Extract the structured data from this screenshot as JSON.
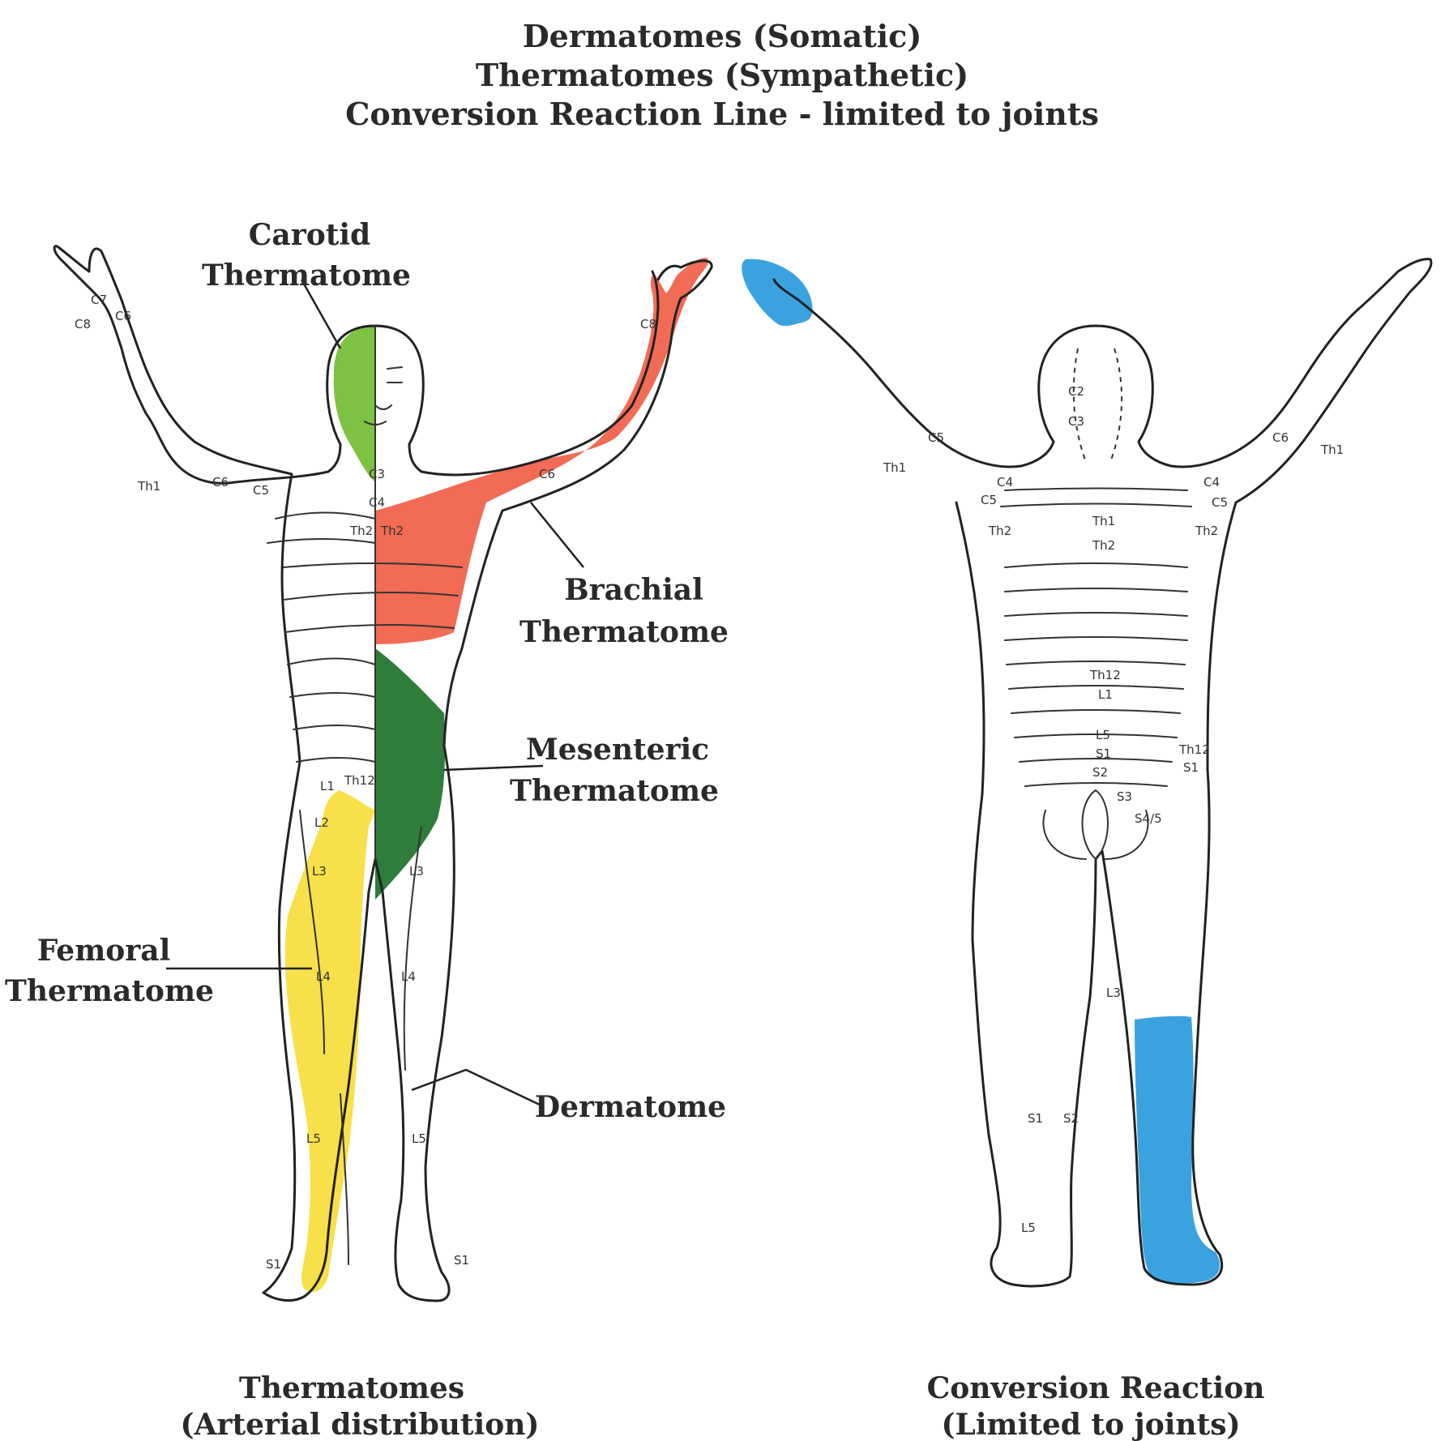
{
  "header": {
    "line1": "Dermatomes (Somatic)",
    "line2": "Thermatomes (Sympathetic)",
    "line3": "Conversion Reaction Line - limited to joints"
  },
  "labels": {
    "carotid": [
      "Carotid",
      "Thermatome"
    ],
    "brachial": [
      "Brachial",
      "Thermatome"
    ],
    "mesenteric": [
      "Mesenteric",
      "Thermatome"
    ],
    "femoral": [
      "Femoral",
      "Thermatome"
    ],
    "dermatome": "Dermatome"
  },
  "captions": {
    "left": [
      "Thermatomes",
      "(Arterial distribution)"
    ],
    "right": [
      "Conversion Reaction",
      "(Limited to joints)"
    ]
  },
  "front_segments": {
    "c7": "C7",
    "c8_hand": "C8",
    "c6_hand": "C6",
    "th1": "Th1",
    "c6_arm": "C6",
    "c5_arm": "C5",
    "c3": "C3",
    "c4": "C4",
    "th2_l": "Th2",
    "th2_r": "Th2",
    "c6_r": "C6",
    "c8_r": "C8",
    "l1": "L1",
    "th12": "Th12",
    "l2": "L2",
    "l3_l": "L3",
    "l3_r": "L3",
    "l4_l": "L4",
    "l4_r": "L4",
    "l5_l": "L5",
    "l5_r": "L5",
    "s1_l": "S1",
    "s1_r": "S1"
  },
  "back_segments": {
    "c2": "C2",
    "c3": "C3",
    "c5_l": "C5",
    "th1_l": "Th1",
    "c4_l": "C4",
    "c5_l2": "C5",
    "th2_l": "Th2",
    "c4_r": "C4",
    "c5_r": "C5",
    "th2_r": "Th2",
    "c6_r": "C6",
    "th1_r": "Th1",
    "th1_c": "Th1",
    "th2_c": "Th2",
    "th12_c": "Th12",
    "l1_c": "L1",
    "l5_c": "L5",
    "s1_c": "S1",
    "s2_c": "S2",
    "s3": "S3",
    "s45": "S4/5",
    "th12_r": "Th12",
    "s1_r": "S1",
    "l3_c": "L3",
    "s1_leg": "S1",
    "s2_leg": "S2",
    "l5_leg": "L5"
  },
  "colors": {
    "carotid": "#7dc242",
    "brachial": "#f26b55",
    "mesenteric": "#2e7d3a",
    "femoral": "#f7e04a",
    "conversion": "#3aa3df"
  }
}
